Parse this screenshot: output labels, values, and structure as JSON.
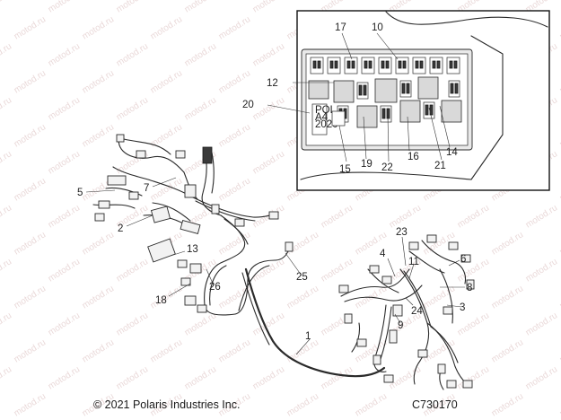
{
  "watermark": "motod.ru",
  "copyright": "© 2021 Polaris Industries Inc.",
  "figure_id": "C730170",
  "inset_label": "PO\nA\n4",
  "callouts": {
    "c1": "1",
    "c2": "2",
    "c3": "3",
    "c4": "4",
    "c5": "5",
    "c6": "6",
    "c7": "7",
    "c8": "8",
    "c9": "9",
    "c10": "10",
    "c11": "11",
    "c12": "12",
    "c13": "13",
    "c14": "14",
    "c15": "15",
    "c16": "16",
    "c17": "17",
    "c18": "18",
    "c19": "19",
    "c20": "20",
    "c21": "21",
    "c22": "22",
    "c23": "23",
    "c24": "24",
    "c25": "25",
    "c26": "26"
  }
}
